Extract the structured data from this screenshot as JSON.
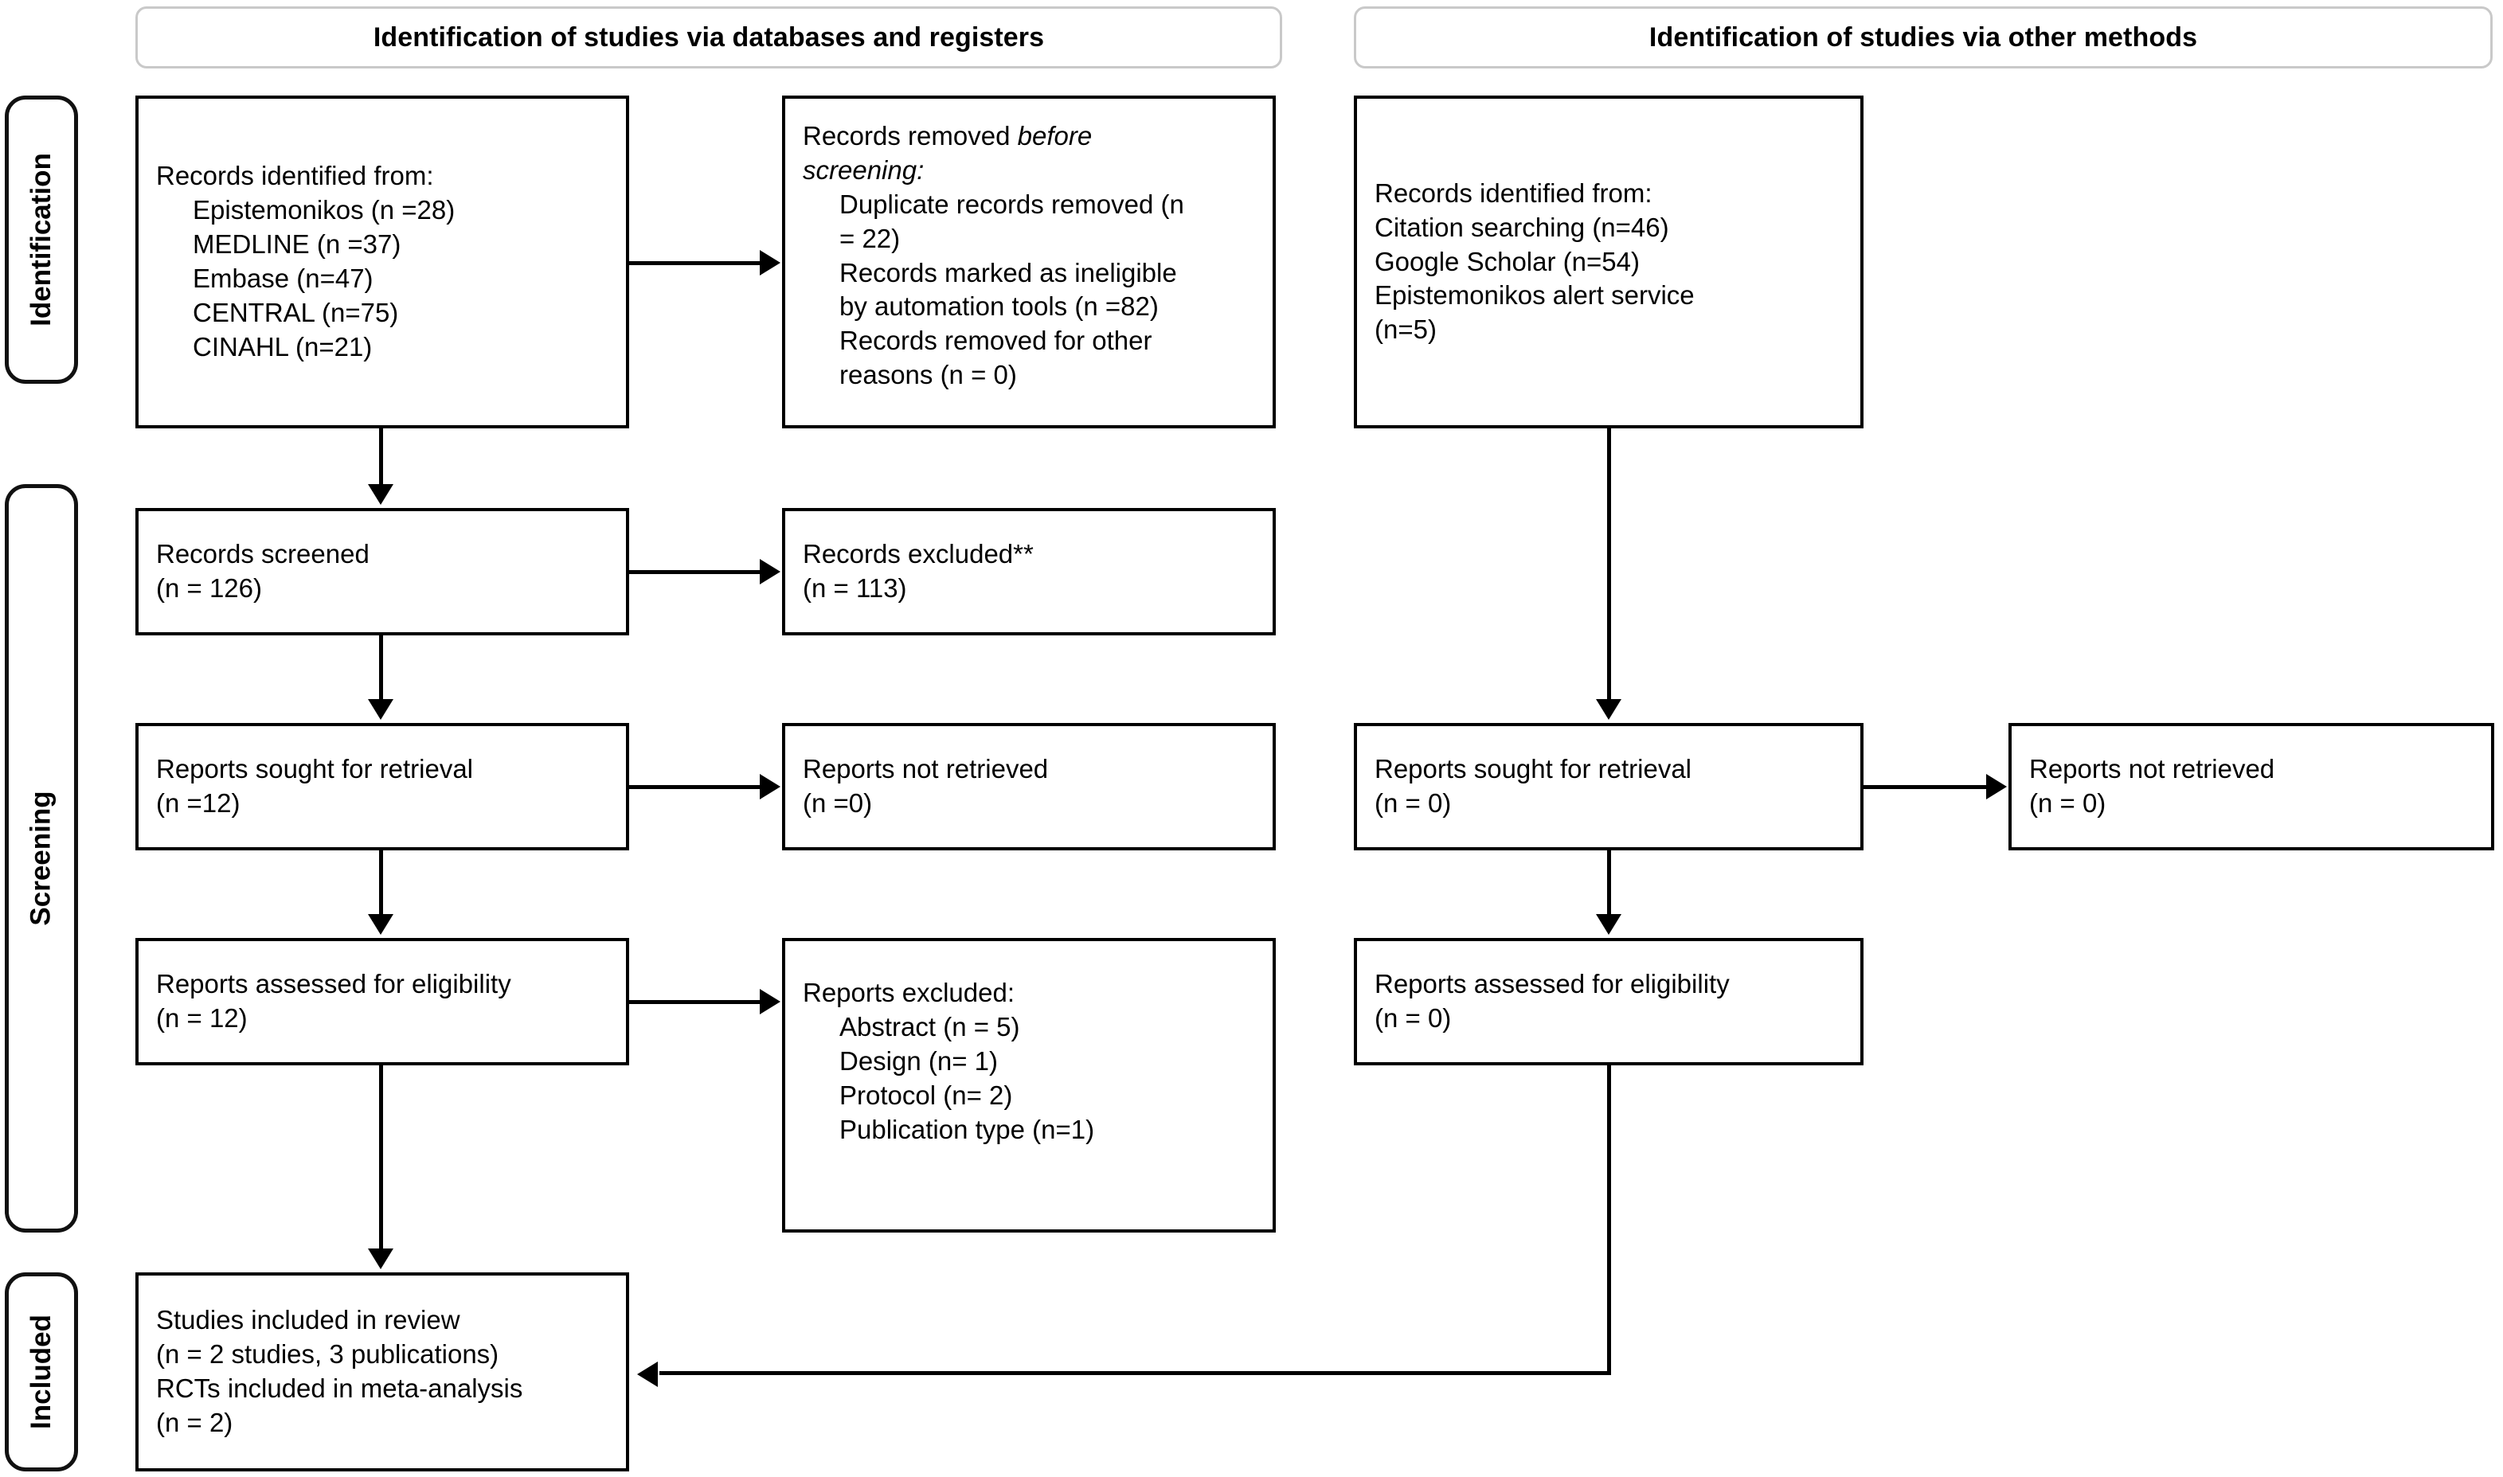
{
  "headers": {
    "databases": "Identification of studies via databases and registers",
    "other": "Identification of studies via other methods"
  },
  "stages": [
    {
      "label": "Identification"
    },
    {
      "label": "Screening"
    },
    {
      "label": "Included"
    }
  ],
  "boxes": {
    "records_identified_db": {
      "lines": [
        {
          "text": "Records identified from:",
          "indent": false
        },
        {
          "text": "Epistemonikos (n =28)",
          "indent": true
        },
        {
          "text": "MEDLINE (n =37)",
          "indent": true
        },
        {
          "text": "Embase (n=47)",
          "indent": true
        },
        {
          "text": "CENTRAL (n=75)",
          "indent": true
        },
        {
          "text": "CINAHL (n=21)",
          "indent": true
        }
      ]
    },
    "records_removed": {
      "lines": [
        {
          "text": "Records removed before",
          "indent": false,
          "italic_tail": "before"
        },
        {
          "text": "screening:",
          "indent": false,
          "italic": true
        },
        {
          "text": "Duplicate records removed (n",
          "indent": true
        },
        {
          "text": "= 22)",
          "indent": true
        },
        {
          "text": "Records marked as ineligible",
          "indent": true
        },
        {
          "text": "by automation tools (n =82)",
          "indent": true
        },
        {
          "text": "Records removed for other",
          "indent": true
        },
        {
          "text": "reasons (n = 0)",
          "indent": true
        }
      ]
    },
    "records_identified_other": {
      "lines": [
        {
          "text": "Records identified from:",
          "indent": false
        },
        {
          "text": "Citation searching (n=46)",
          "indent": false
        },
        {
          "text": "Google Scholar (n=54)",
          "indent": false
        },
        {
          "text": "Epistemonikos alert service",
          "indent": false
        },
        {
          "text": "(n=5)",
          "indent": false
        }
      ]
    },
    "records_screened": {
      "lines": [
        {
          "text": "Records screened",
          "indent": false
        },
        {
          "text": "(n = 126)",
          "indent": false
        }
      ]
    },
    "records_excluded": {
      "lines": [
        {
          "text": "Records excluded**",
          "indent": false
        },
        {
          "text": "(n = 113)",
          "indent": false
        }
      ]
    },
    "reports_sought_db": {
      "lines": [
        {
          "text": "Reports sought for retrieval",
          "indent": false
        },
        {
          "text": "(n =12)",
          "indent": false
        }
      ]
    },
    "reports_not_retrieved_db": {
      "lines": [
        {
          "text": "Reports not retrieved",
          "indent": false
        },
        {
          "text": "(n =0)",
          "indent": false
        }
      ]
    },
    "reports_sought_other": {
      "lines": [
        {
          "text": "Reports sought for retrieval",
          "indent": false
        },
        {
          "text": "(n = 0)",
          "indent": false
        }
      ]
    },
    "reports_not_retrieved_other": {
      "lines": [
        {
          "text": "Reports not retrieved",
          "indent": false
        },
        {
          "text": "(n = 0)",
          "indent": false
        }
      ]
    },
    "reports_assessed_db": {
      "lines": [
        {
          "text": "Reports assessed for eligibility",
          "indent": false
        },
        {
          "text": "(n = 12)",
          "indent": false
        }
      ]
    },
    "reports_excluded": {
      "lines": [
        {
          "text": "Reports excluded:",
          "indent": false
        },
        {
          "text": "Abstract (n = 5)",
          "indent": true
        },
        {
          "text": "Design (n= 1)",
          "indent": true
        },
        {
          "text": "Protocol (n= 2)",
          "indent": true
        },
        {
          "text": "Publication type (n=1)",
          "indent": true
        }
      ]
    },
    "reports_assessed_other": {
      "lines": [
        {
          "text": "Reports assessed for eligibility",
          "indent": false
        },
        {
          "text": "(n = 0)",
          "indent": false
        }
      ]
    },
    "studies_included": {
      "lines": [
        {
          "text": "Studies included in review",
          "indent": false
        },
        {
          "text": "(n = 2 studies, 3 publications)",
          "indent": false
        },
        {
          "text": "RCTs included in meta-analysis",
          "indent": false
        },
        {
          "text": "(n = 2)",
          "indent": false
        }
      ]
    }
  },
  "colors": {
    "line": "#000000",
    "header_border": "#c9c9c9",
    "background": "#ffffff"
  }
}
